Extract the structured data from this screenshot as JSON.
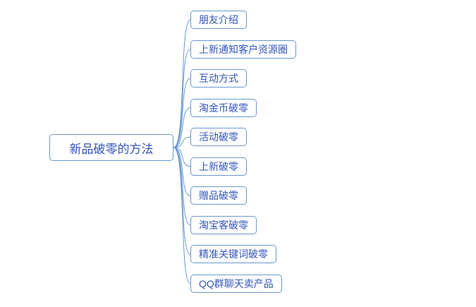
{
  "mindmap": {
    "root": {
      "label": "新品破零的方法"
    },
    "children": [
      {
        "label": "朋友介绍"
      },
      {
        "label": "上新通知客户资源圈"
      },
      {
        "label": "互动方式"
      },
      {
        "label": "淘金币破零"
      },
      {
        "label": "活动破零"
      },
      {
        "label": "上新破零"
      },
      {
        "label": "赠品破零"
      },
      {
        "label": "淘宝客破零"
      },
      {
        "label": "精准关键词破零"
      },
      {
        "label": "QQ群聊天卖产品"
      }
    ],
    "colors": {
      "node_border": "#6a98d0",
      "node_text": "#3355bb",
      "connector": "#6a98d0",
      "background": "#ffffff"
    }
  }
}
